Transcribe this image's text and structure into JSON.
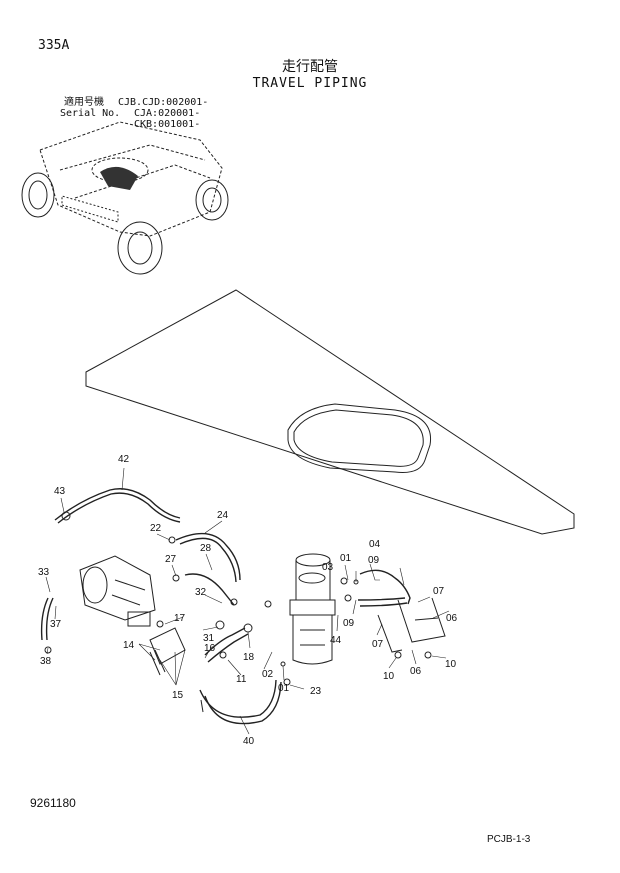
{
  "header": {
    "page_number": "335A",
    "title_jp": "走行配管",
    "title_en": "TRAVEL PIPING"
  },
  "serial": {
    "label_jp": "適用号機",
    "label_en": "Serial No.",
    "lines": [
      "CJB.CJD:002001-",
      "CJA:020001-",
      "CKB:001001-"
    ]
  },
  "callouts": [
    "42",
    "43",
    "22",
    "24",
    "27",
    "28",
    "33",
    "32",
    "37",
    "38",
    "17",
    "14",
    "31",
    "16",
    "15",
    "18",
    "02",
    "11",
    "01",
    "23",
    "40",
    "03",
    "01",
    "09",
    "04",
    "09",
    "07",
    "44",
    "06",
    "07",
    "10",
    "06",
    "10"
  ],
  "footer": {
    "doc_number": "9261180",
    "page_code": "PCJB-1-3"
  }
}
